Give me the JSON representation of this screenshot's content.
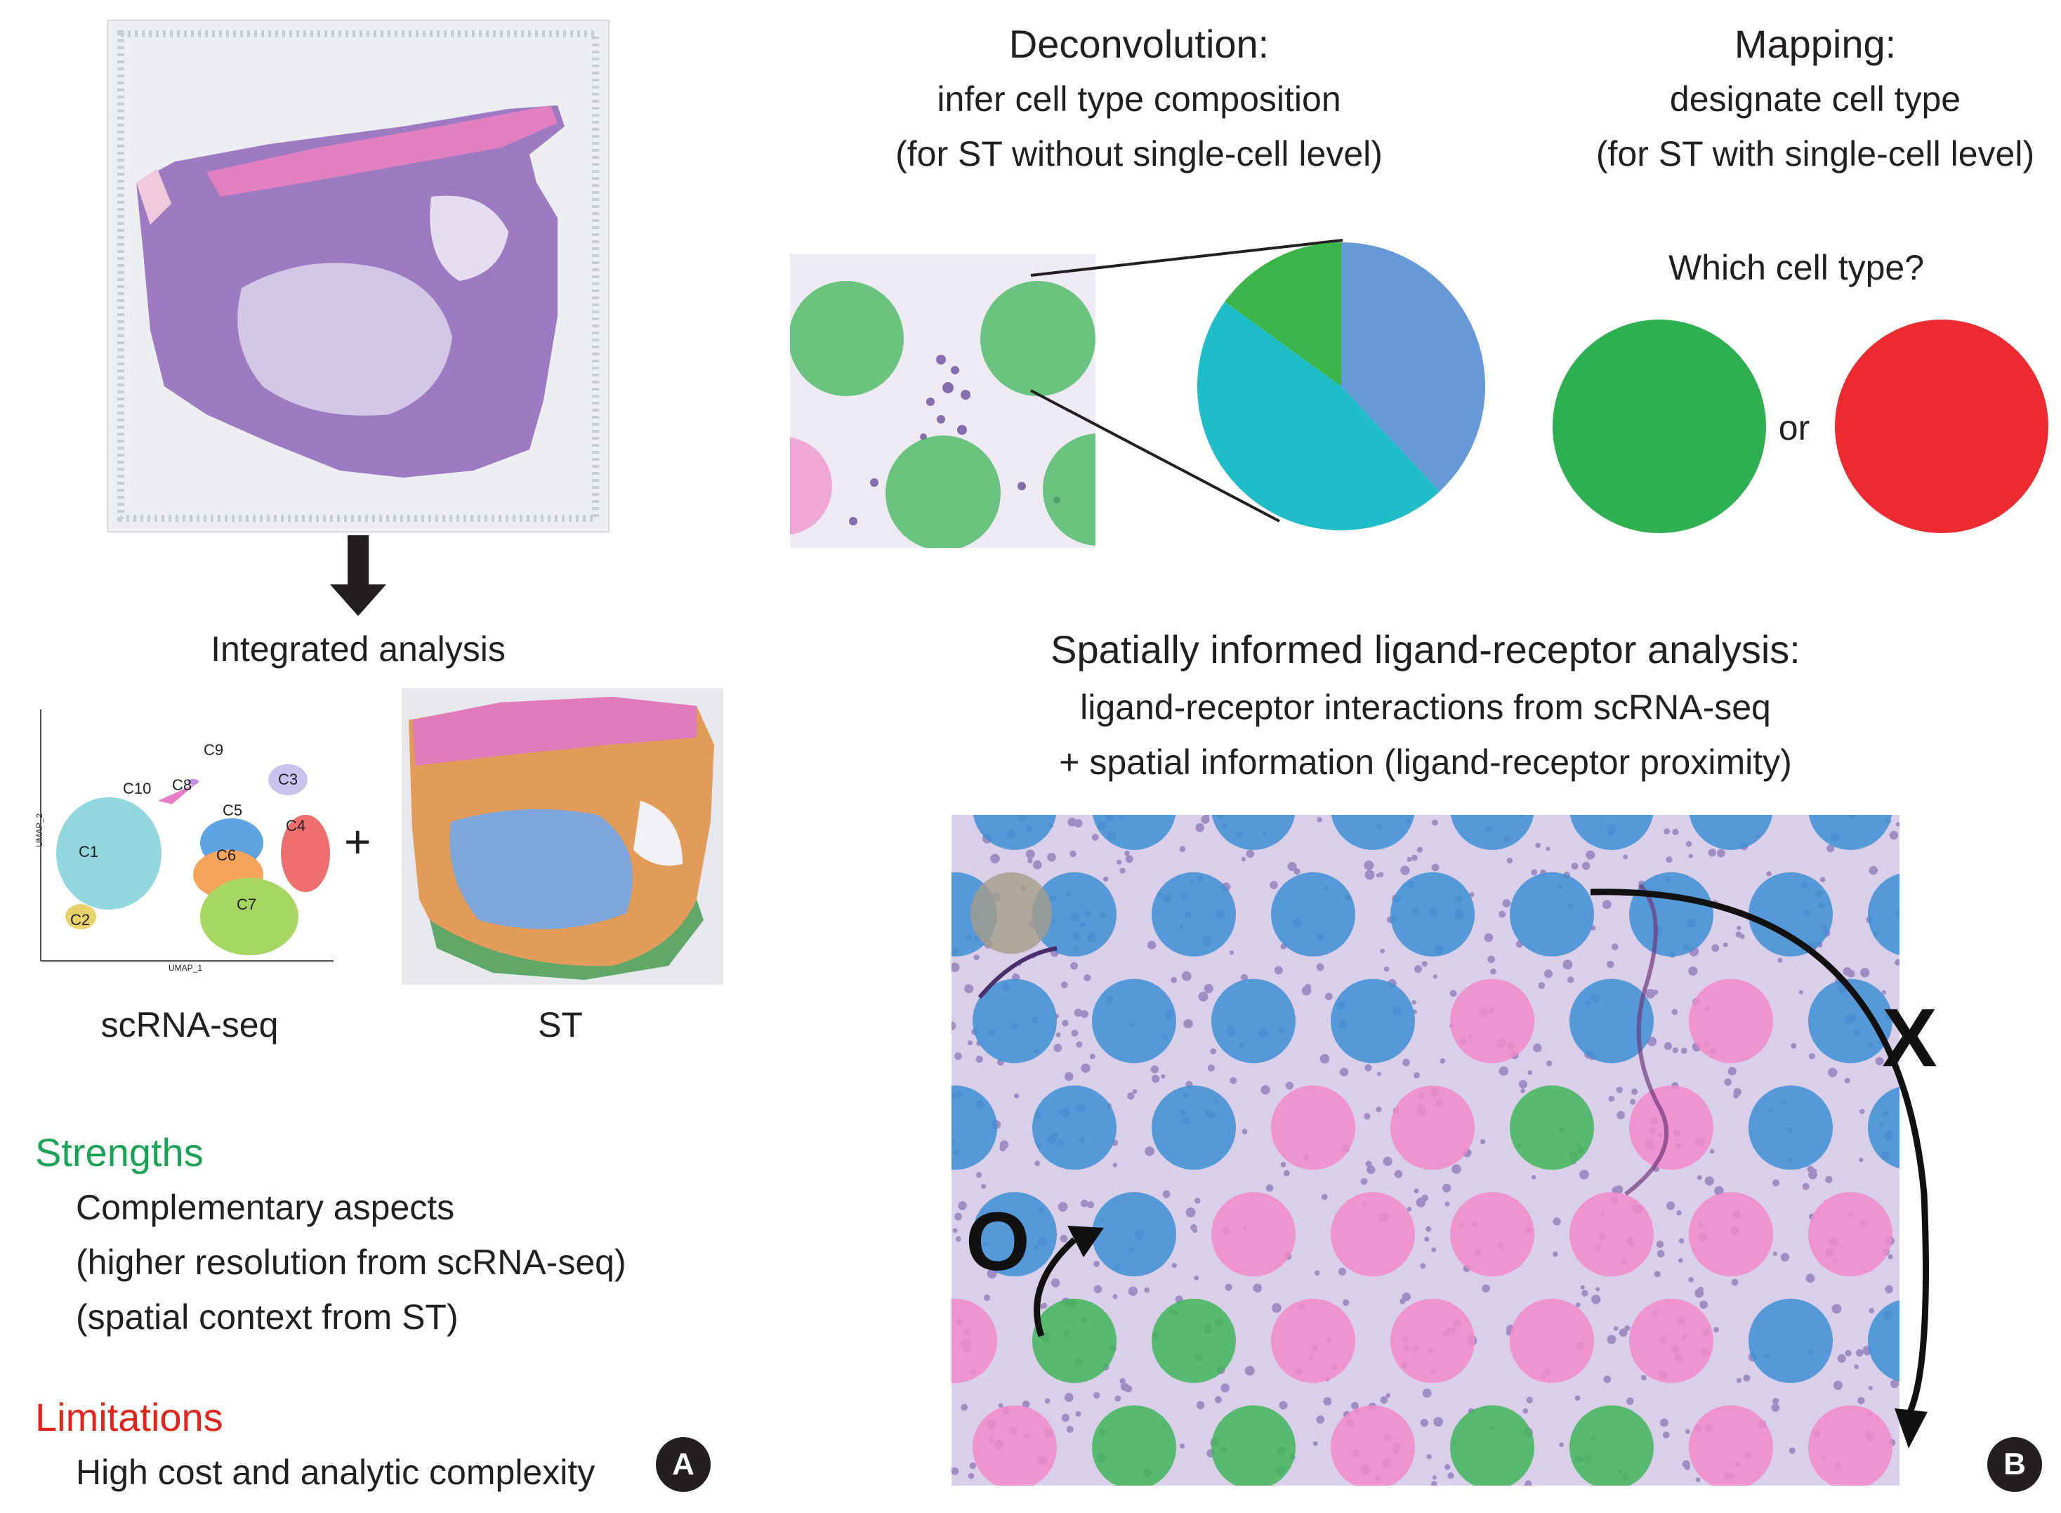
{
  "panel_a": {
    "integrated_label": "Integrated analysis",
    "plus": "+",
    "scrna_label": "scRNA-seq",
    "st_label": "ST",
    "umap": {
      "x_axis": "UMAP_1",
      "y_axis": "UMAP_2",
      "clusters": [
        "C1",
        "C2",
        "C3",
        "C4",
        "C5",
        "C6",
        "C7",
        "C8",
        "C9",
        "C10"
      ]
    },
    "strengths_heading": "Strengths",
    "strengths_lines": [
      "Complementary aspects",
      "(higher resolution from scRNA-seq)",
      "(spatial context from ST)"
    ],
    "limitations_heading": "Limitations",
    "limitations_line": "High cost and analytic complexity",
    "badge": "A",
    "colors": {
      "strengths": "#1aa257",
      "limitations": "#e2231a"
    }
  },
  "panel_b": {
    "deconvolution": {
      "title": "Deconvolution:",
      "line1": "infer cell type composition",
      "line2": "(for ST without single-cell level)",
      "pie_fractions": [
        0.38,
        0.47,
        0.15
      ],
      "pie_colors": [
        "#6699d8",
        "#1ebdc8",
        "#3bb54a"
      ]
    },
    "mapping": {
      "title": "Mapping:",
      "line1": "designate cell type",
      "line2": "(for ST with single-cell level)",
      "question": "Which cell type?",
      "or": "or",
      "colors": [
        "#2fb050",
        "#ec2a2f"
      ]
    },
    "ligand_receptor": {
      "title": "Spatially informed ligand-receptor analysis:",
      "line1": "ligand-receptor interactions from scRNA-seq",
      "line2": "+ spatial information (ligand-receptor proximity)",
      "near_mark": "O",
      "far_mark": "X",
      "spot_colors": {
        "blue": "#3d8fd6",
        "pink": "#f28ac9",
        "green": "#3fb65a"
      }
    },
    "badge": "B"
  }
}
